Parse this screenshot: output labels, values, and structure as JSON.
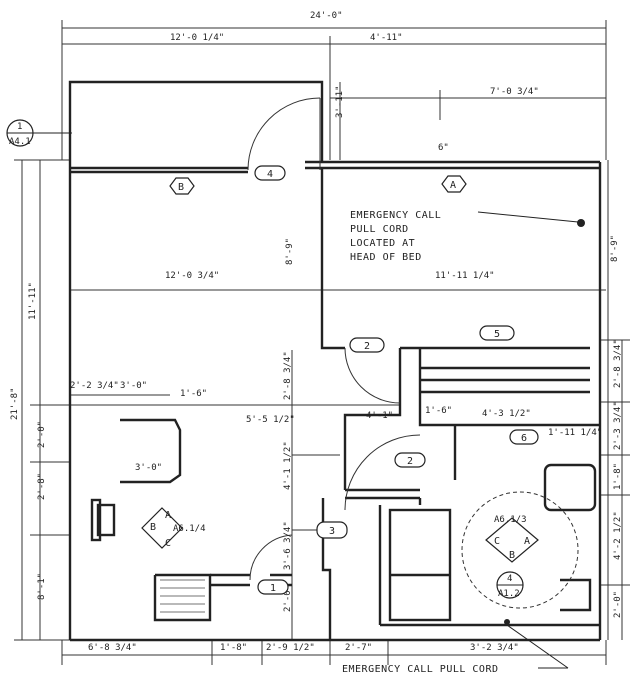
{
  "dimensions": {
    "overall_width": "24'-0\"",
    "top_left": "12'-0 1/4\"",
    "top_right": "4'-11\"",
    "right_upper": "7'-0 3/4\"",
    "room_b_height": "3'-11\"",
    "overall_height": "21'-8\"",
    "left_upper": "11'-11\"",
    "room_b_width": "12'-0 3/4\"",
    "room_b_depth": "8'-9\"",
    "room_a_width": "11'-11 1/4\"",
    "room_a_depth": "8'-9\"",
    "corridor_width": "5'-5 1/2\"",
    "left_a": "2'-2 3/4\"",
    "left_b": "3'-0\"",
    "left_c": "1'-6\"",
    "left_d": "2'-0\"",
    "left_e": "3'-0\"",
    "left_f": "2'-8\"",
    "left_g": "8'-1\"",
    "mid_a": "2'-8 3/4\"",
    "mid_b": "4'-1\"",
    "mid_c": "1'-6\"",
    "mid_d": "4'-3 1/2\"",
    "mid_e": "1'-11 1/4\"",
    "mid_f": "4'-1 1/2\"",
    "mid_g": "3'-6 3/4\"",
    "mid_h": "2'-0\"",
    "right_a": "2'-8 3/4\"",
    "right_b": "2'-3 3/4\"",
    "right_c": "1'-8\"",
    "right_d": "4'-2 1/2\"",
    "right_e": "2'-0\"",
    "bottom_a": "6'-8 3/4\"",
    "bottom_b": "1'-8\"",
    "bottom_c": "2'-9 1/2\"",
    "bottom_d": "2'-7\"",
    "bottom_e": "3'-2 3/4\"",
    "small_6": "6\""
  },
  "tags": {
    "room_a": "A",
    "room_b": "B",
    "door_1": "1",
    "door_2a": "2",
    "door_2b": "2",
    "door_3": "3",
    "door_4": "4",
    "door_5": "5",
    "door_6": "6"
  },
  "section_marker": {
    "top": "1",
    "bottom": "A4.1"
  },
  "elevation_left": {
    "ref": "A6.1/4",
    "n": "A",
    "w": "B",
    "s": "C"
  },
  "elevation_right": {
    "ref": "A6.1/3",
    "w": "C",
    "e": "A",
    "s": "B"
  },
  "detail_marker": {
    "top": "4",
    "bottom": "A1.2"
  },
  "notes": {
    "emergency_1": "EMERGENCY CALL",
    "emergency_2": "PULL CORD",
    "emergency_3": "LOCATED AT",
    "emergency_4": "HEAD OF BED",
    "emergency_bottom": "EMERGENCY CALL PULL CORD"
  }
}
